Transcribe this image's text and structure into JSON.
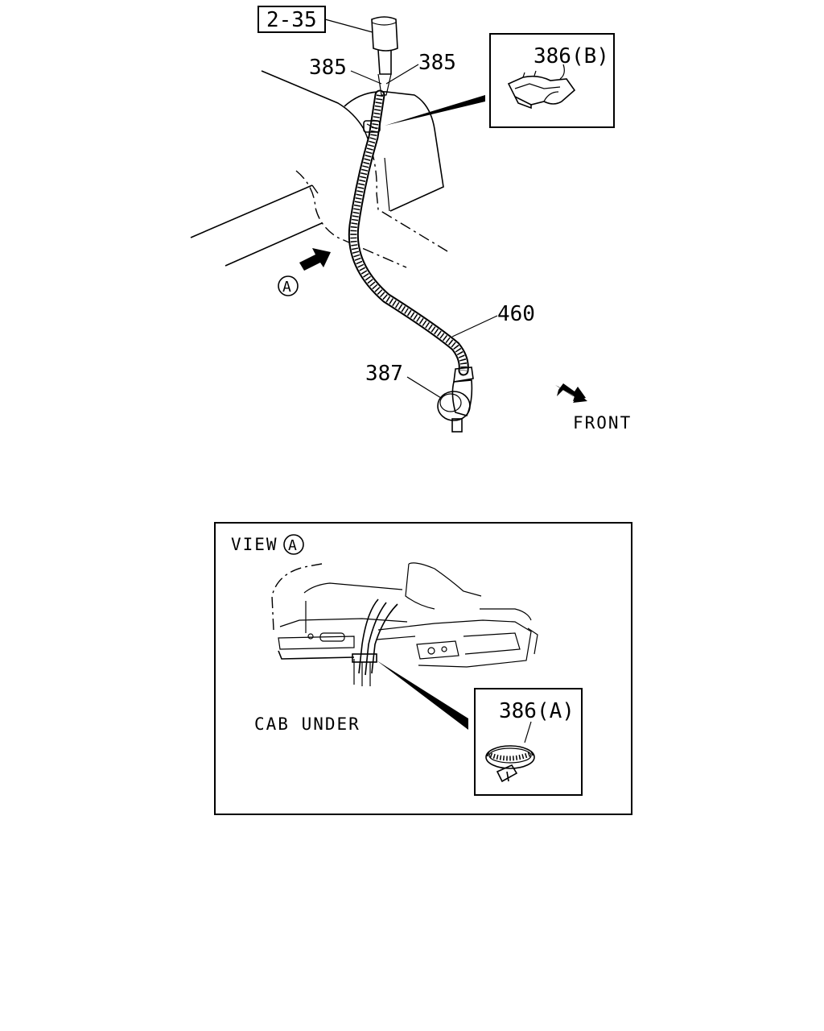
{
  "callouts": {
    "ref_box": "2-35",
    "clip_left": "385",
    "clip_right": "385",
    "clip_b": "386(B)",
    "hose": "460",
    "grommet": "387",
    "clip_a": "386(A)"
  },
  "labels": {
    "view_marker": "A",
    "front": "FRONT",
    "view_title": "VIEW",
    "view_marker_inset": "A",
    "cab_under": "CAB UNDER"
  },
  "icons": {
    "view_arrow": "arrow-icon",
    "front_arrow": "arrow-icon"
  }
}
